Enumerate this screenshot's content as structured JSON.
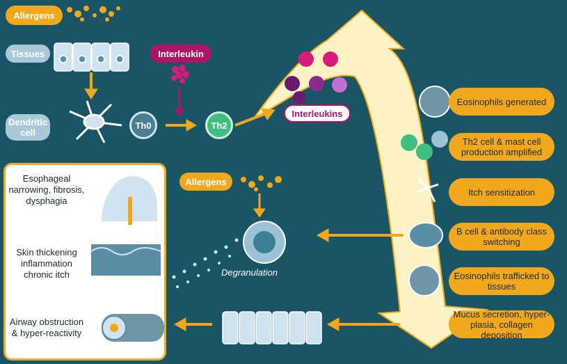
{
  "top": {
    "allergens": "Allergens",
    "tissues": "Tissues",
    "interleukin": "Interleukin",
    "dendritic_cell": "Dendritic\ncell",
    "th0": "Th0",
    "th2": "Th2",
    "interleukins": "Interleukins"
  },
  "effects": [
    "Eosinophils generated",
    "Th2 cell & mast cell production amplified",
    "Itch sensitization",
    "B cell & antibody class switching",
    "Eosinophils trafficked to tissues",
    "Mucus secretion, hyper-plasia, collagen deposition"
  ],
  "middle": {
    "allergens": "Allergens",
    "degranulation": "Degranulation"
  },
  "outcomes": [
    "Esophageal narrowing, fibrosis, dysphagia",
    "Skin thickening inflammation chronic itch",
    "Airway obstruction & hyper-reactivity"
  ],
  "colors": {
    "background": "#1a5566",
    "accent_orange": "#f2a81d",
    "magenta": "#b01467",
    "th2_green": "#3fbf7f"
  }
}
